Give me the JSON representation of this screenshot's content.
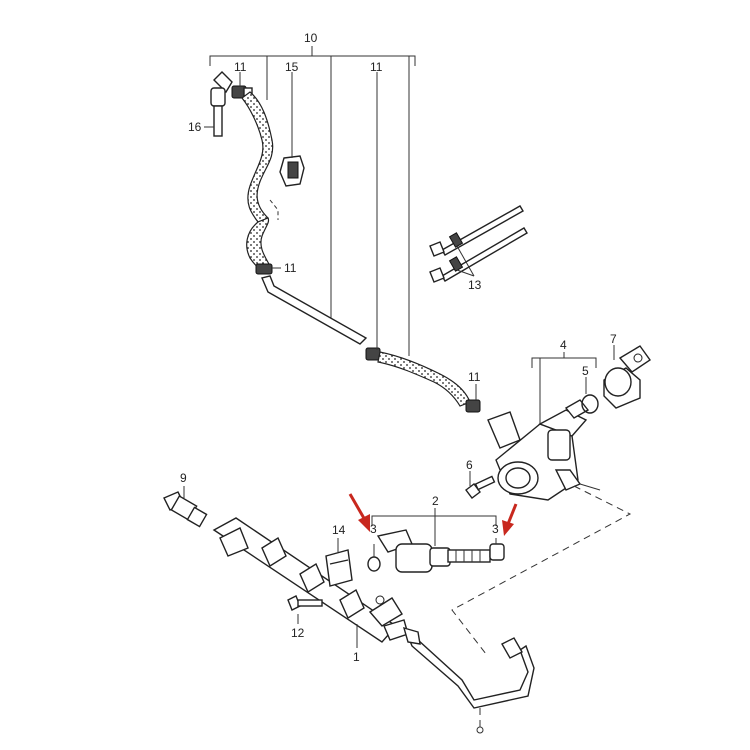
{
  "callouts": {
    "c1": "1",
    "c2": "2",
    "c3a": "3",
    "c3b": "3",
    "c4": "4",
    "c5": "5",
    "c6": "6",
    "c7": "7",
    "c9": "9",
    "c10": "10",
    "c11a": "11",
    "c11b": "11",
    "c11c": "11",
    "c11d": "11",
    "c12": "12",
    "c13": "13",
    "c14": "14",
    "c15": "15",
    "c16": "16"
  },
  "colors": {
    "arrow": "#c8281e",
    "line": "#333333",
    "hose_pattern": "#222222"
  }
}
